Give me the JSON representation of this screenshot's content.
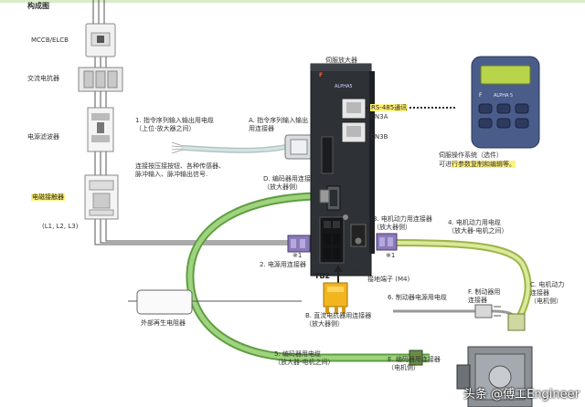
{
  "title_fragment": "构成图",
  "labels": {
    "mccb": "MCCB/ELCB",
    "reactor": "交流电抗器",
    "filter": "电源滤波器",
    "contactor": "电磁接触器",
    "phases": "(L1, L2, L3)",
    "amp_title": "伺服放大器",
    "rs485": "RS-485通讯",
    "cn3a": "CN3A",
    "cn3b": "CN3B",
    "l1": "1. 指令序列输入输出用电缆\n（上位-放大器之间）",
    "lA": "A. 指令序列输入输出\n用连接器",
    "lconnect": "连接按压接按钮、各种传感器、\n脉冲输入、脉冲输出信号.",
    "lD": "D. 编码器用连接器\n（放大器侧）",
    "l3": "3. 电机动力用连接器\n（放大器侧）",
    "l4": "4. 电机动力用电缆\n（放大器-电机之间）",
    "lC": "C. 电机动力\n连接器\n（电机侧）",
    "l2": "2. 电源用连接器",
    "note1_left": "※1",
    "note1_right": "※1",
    "tb2": "TB2",
    "ground": "接地端子 (M4)",
    "l6": "6. 制动器电源用电缆",
    "lF": "F. 制动器用\n连接器",
    "lB": "B. 直流电抗器用连接器\n（放大器侧）",
    "regen": "外部再生电阻器",
    "l5": "5. 编码器用电缆\n（放大器-电机之间）",
    "lE": "E. 编码器用连接器\n（电机侧）",
    "operator_line1": "伺服操作系统（选件）",
    "operator_line2_plain": "可进",
    "operator_line2_hl": "行参数复制和编辑等。",
    "alpha5": "ALPHA5",
    "op_alpha5": "ALPHA 5"
  },
  "watermark": "头条 @傅工Engineer",
  "colors": {
    "green_cable": "#84c25a",
    "yellow_green_cable": "#cfe07a",
    "amp_body": "#2e3237",
    "highlight": "#fff27a",
    "operator_body": "#4a5d8a",
    "operator_screen": "#b8d44a"
  }
}
